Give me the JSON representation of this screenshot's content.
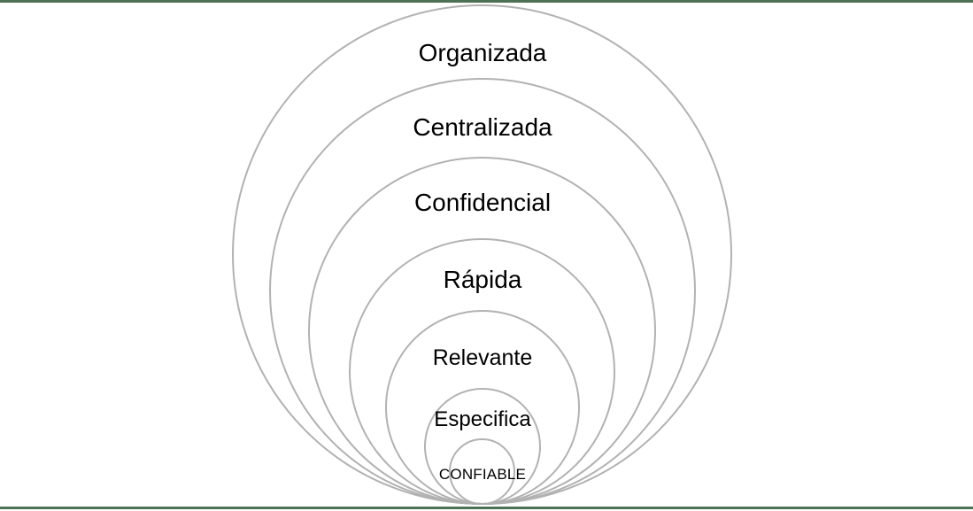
{
  "diagram": {
    "type": "nested-circles-onion",
    "rings": [
      {
        "label": "Organizada"
      },
      {
        "label": "Centralizada"
      },
      {
        "label": "Confidencial"
      },
      {
        "label": "Rápida"
      },
      {
        "label": "Relevante"
      },
      {
        "label": "Especifica"
      },
      {
        "label": "CONFIABLE"
      }
    ]
  },
  "colors": {
    "background": "#ffffff",
    "ring_stroke": "#b2b2b2",
    "label_text": "#000000",
    "border_line": "#4d7155"
  }
}
